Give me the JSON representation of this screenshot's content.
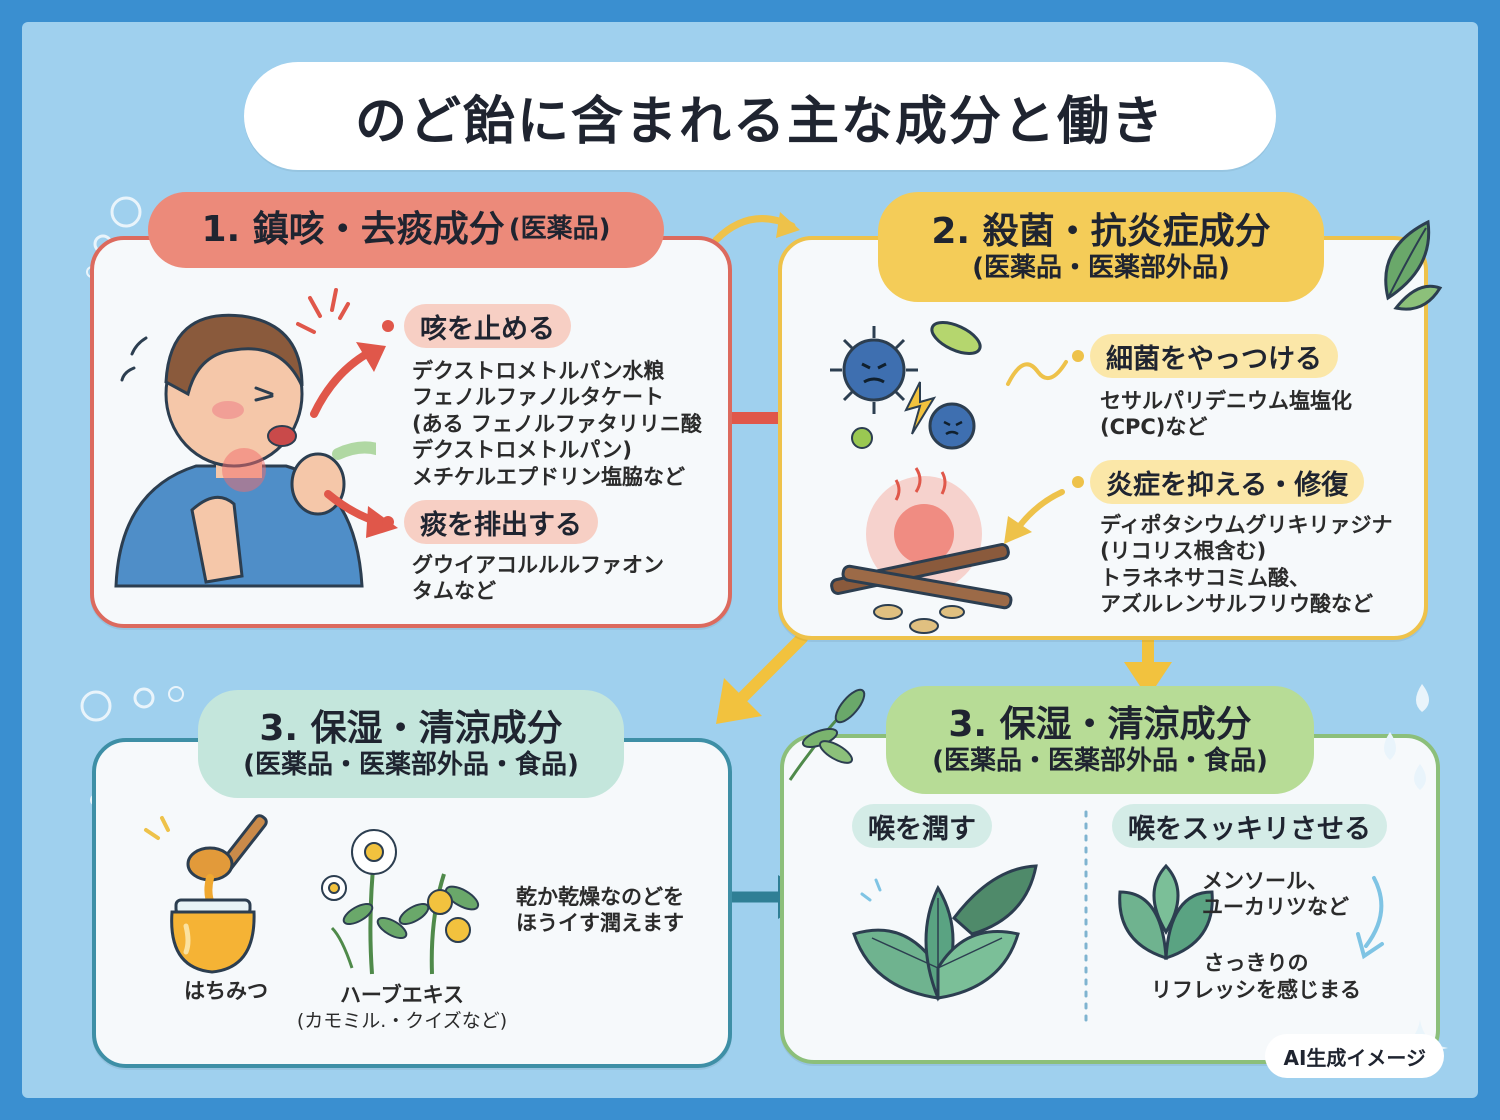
{
  "title": "のど飴に含まれる主な成分と働き",
  "colors": {
    "frame": "#3a8fd0",
    "background": "#9fd0ee",
    "red": "#dc6a5e",
    "yellow": "#eec24a",
    "teal": "#3e8fa6",
    "green": "#8cbf7a"
  },
  "panel1": {
    "heading": "1. 鎮咳・去痰成分",
    "heading_note": "(医薬品)",
    "cough": {
      "label": "咳を止める",
      "lines": [
        "デクストロメトルパン水粮",
        "フェノルファノルタケート",
        "(ある フェノルファタリリニ酸",
        "デクストロメトルパン)",
        "メチケルエプドリン塩脇など"
      ]
    },
    "phlegm": {
      "label": "痰を排出する",
      "lines": [
        "グウイアコルルルファオン",
        "タムなど"
      ]
    }
  },
  "panel2": {
    "heading": "2. 殺菌・抗炎症成分",
    "heading_sub": "(医薬品・医薬部外品)",
    "bacteria": {
      "label": "細菌をやっつける",
      "lines": [
        "セサルパリデニウム塩塩化",
        "(CPC)など"
      ]
    },
    "inflammation": {
      "label": "炎症を抑える・修復",
      "lines": [
        "ディポタシウムグリキリァジナ",
        "(リコリス根含む)",
        "トラネネサコミム酸、",
        "アズルレンサルフリウ酸など"
      ]
    }
  },
  "panel3": {
    "heading": "3. 保湿・清涼成分",
    "heading_sub": "(医薬品・医薬部外品・食品)",
    "honey_label": "はちみつ",
    "herb_label": "ハーブエキス",
    "herb_note": "(カモミル.・クイズなど)",
    "moist_lines": [
      "乾か乾燥なのどを",
      "ほうイす潤えます"
    ]
  },
  "panel4": {
    "heading": "3. 保湿・清涼成分",
    "heading_sub": "(医薬品・医薬部外品・食品)",
    "moisten_label": "喉を潤す",
    "refresh_label": "喉をスッキリさせる",
    "menthol_lines": [
      "メンソール、",
      "ユーカリツなど"
    ],
    "refresh_lines": [
      "さっきりの",
      "リフレッシを感じまる"
    ]
  },
  "badge": "AI生成イメージ",
  "icons": [
    "coughing-person-icon",
    "virus-icon",
    "lightning-icon",
    "fire-icon",
    "licorice-root-icon",
    "honey-jar-icon",
    "chamomile-herb-icon",
    "mint-leaf-icon",
    "leaf-icon",
    "water-drop-icon",
    "arrow-icon",
    "sparkle-icon"
  ]
}
